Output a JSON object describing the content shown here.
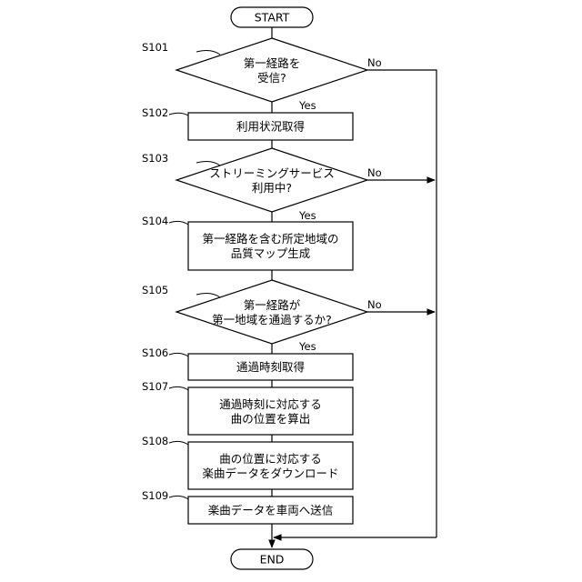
{
  "start": "START",
  "end": "END",
  "steps": [
    {
      "id": "S101",
      "type": "decision",
      "lines": [
        "第一経路を",
        "受信?"
      ]
    },
    {
      "id": "S102",
      "type": "process",
      "lines": [
        "利用状況取得"
      ]
    },
    {
      "id": "S103",
      "type": "decision",
      "lines": [
        "ストリーミングサービス",
        "利用中?"
      ]
    },
    {
      "id": "S104",
      "type": "process",
      "lines": [
        "第一経路を含む所定地域の",
        "品質マップ生成"
      ]
    },
    {
      "id": "S105",
      "type": "decision",
      "lines": [
        "第一経路が",
        "第一地域を通過するか?"
      ]
    },
    {
      "id": "S106",
      "type": "process",
      "lines": [
        "通過時刻取得"
      ]
    },
    {
      "id": "S107",
      "type": "process",
      "lines": [
        "通過時刻に対応する",
        "曲の位置を算出"
      ]
    },
    {
      "id": "S108",
      "type": "process",
      "lines": [
        "曲の位置に対応する",
        "楽曲データをダウンロード"
      ]
    },
    {
      "id": "S109",
      "type": "process",
      "lines": [
        "楽曲データを車両へ送信"
      ]
    }
  ],
  "branch_labels": {
    "yes": "Yes",
    "no": "No"
  }
}
